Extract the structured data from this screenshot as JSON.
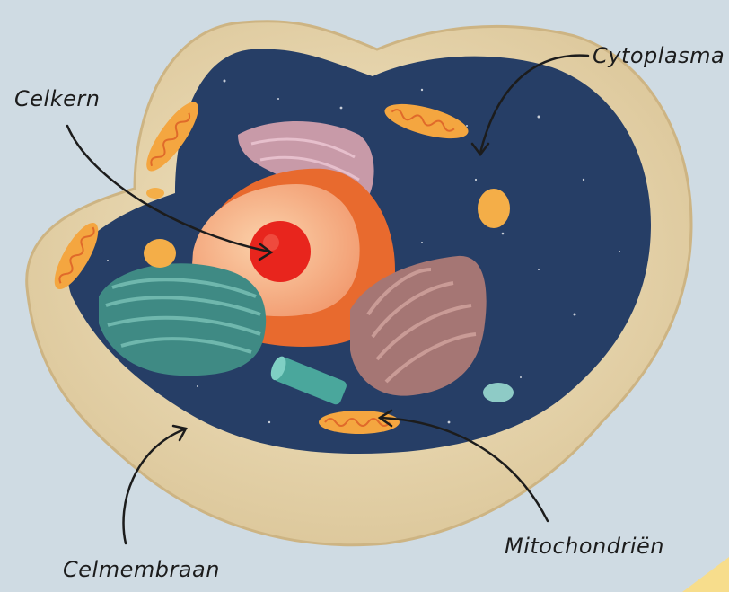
{
  "labels": {
    "cytoplasma": "Cytoplasma",
    "celkern": "Celkern",
    "celmembraan": "Celmembraan",
    "mitochondrien": "Mitochondriën"
  },
  "colors": {
    "background": "#cfdbe3",
    "membrane": "#ecdcb5",
    "cytoplasm": "#263e66",
    "nucleus": "#f7b891",
    "nucleus_rim": "#e86a2e",
    "nucleolus": "#e8251d",
    "mitochondrion": "#f4a640",
    "golgi": "#3f8a84",
    "er": "#a57674",
    "vesicle_pink": "#d6a9bb",
    "vesicle_orange": "#f4ae48",
    "vesicle_teal": "#8ecbc6"
  }
}
